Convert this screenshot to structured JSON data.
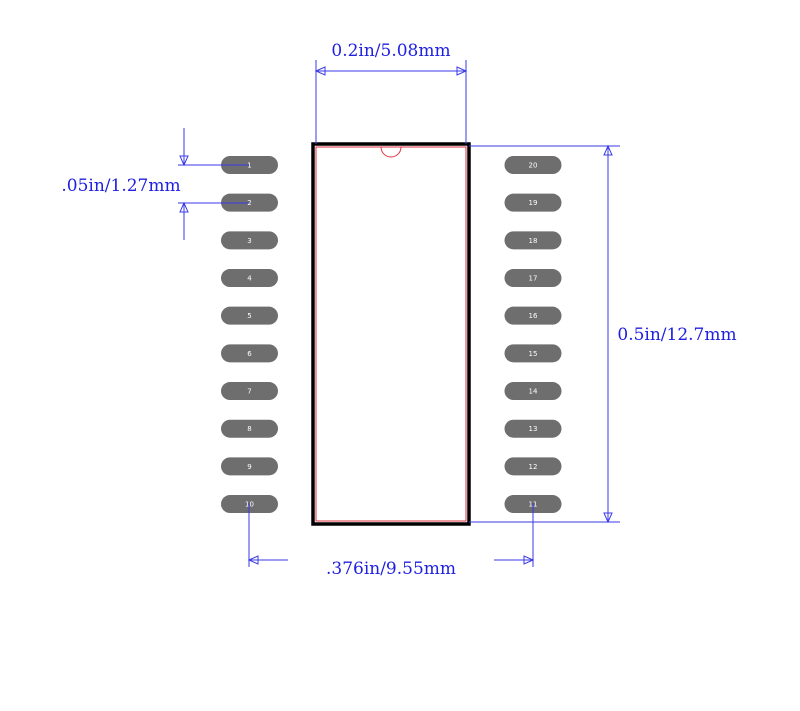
{
  "dimensions": {
    "body_width": "0.2in/5.08mm",
    "pin_pitch": ".05in/1.27mm",
    "body_length": "0.5in/12.7mm",
    "overall_width": ".376in/9.55mm"
  },
  "pins": {
    "left": [
      "1",
      "2",
      "3",
      "4",
      "5",
      "6",
      "7",
      "8",
      "9",
      "10"
    ],
    "right": [
      "20",
      "19",
      "18",
      "17",
      "16",
      "15",
      "14",
      "13",
      "12",
      "11"
    ]
  },
  "colors": {
    "dimension": "#3a3ae8",
    "pad": "#6e6e6e",
    "outline": "#000000",
    "inner_outline": "#e03040"
  }
}
